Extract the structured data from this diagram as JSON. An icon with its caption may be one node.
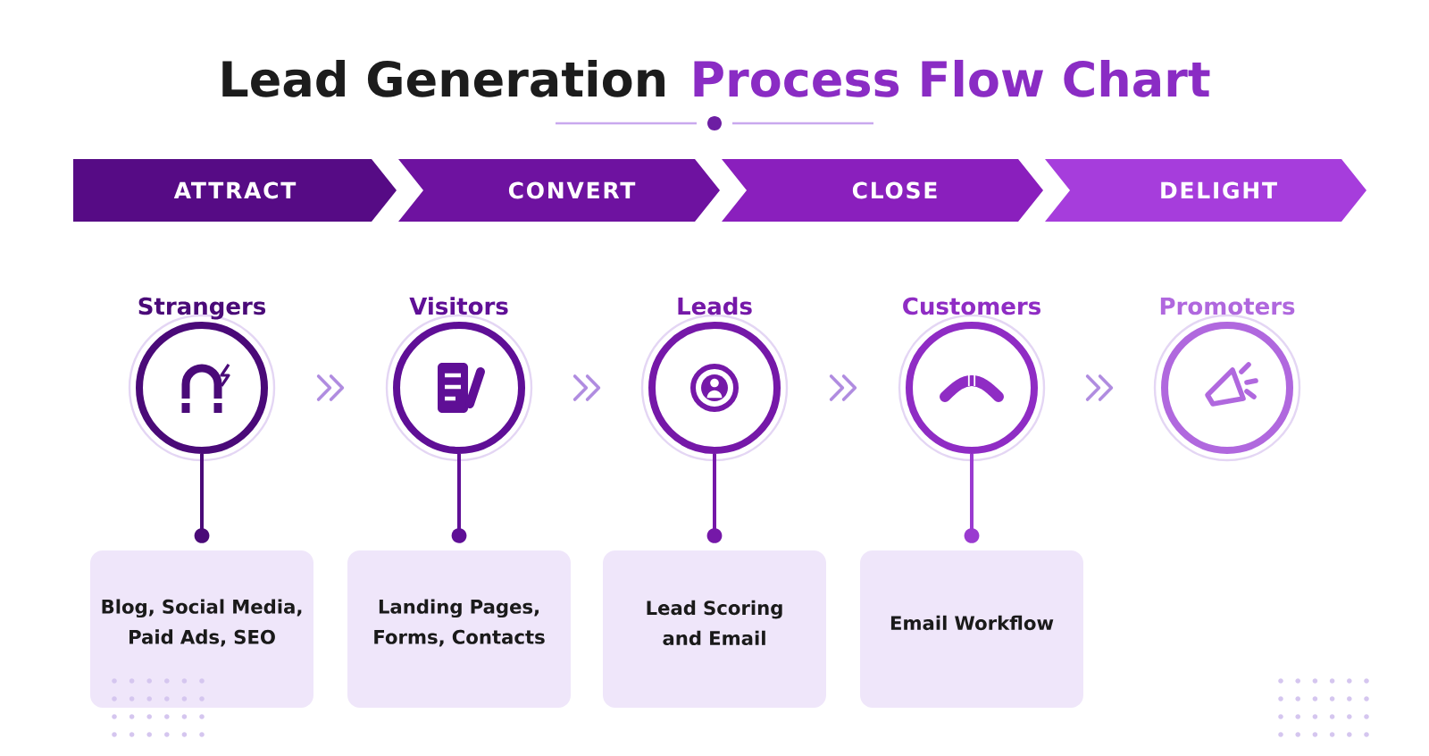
{
  "diagram": {
    "title": "Lead Generation Process Flow Chart",
    "nodes": [
      {
        "text": [
          "ATTRACT"
        ]
      },
      {
        "text": [
          "CONVERT"
        ]
      },
      {
        "text": [
          "CLOSE"
        ]
      },
      {
        "text": [
          "DELIGHT"
        ]
      },
      {
        "text": [
          "Strangers"
        ]
      },
      {
        "text": [
          "Visitors"
        ]
      },
      {
        "text": [
          "Leads"
        ]
      },
      {
        "text": [
          "Customers"
        ]
      },
      {
        "text": [
          "Promoters"
        ]
      },
      {
        "text": [
          "Blog, Social Media, Paid Ads, SEO"
        ]
      },
      {
        "text": [
          "Landing Pages, Forms, Contacts"
        ]
      },
      {
        "text": [
          "Lead Scoring and Email"
        ]
      },
      {
        "text": [
          "Email Workflow"
        ]
      }
    ],
    "edges": [
      {
        "from": 4,
        "to": 5,
        "arrow": "to"
      },
      {
        "from": 5,
        "to": 6,
        "arrow": "to"
      },
      {
        "from": 6,
        "to": 7,
        "arrow": "to"
      },
      {
        "from": 7,
        "to": 8,
        "arrow": "to"
      },
      {
        "from": 4,
        "to": 9,
        "arrow": "other",
        "color": "#4a0a78"
      },
      {
        "from": 5,
        "to": 10,
        "arrow": "other",
        "color": "#5f0f96"
      },
      {
        "from": 6,
        "to": 11,
        "arrow": "other",
        "color": "#7518a8"
      },
      {
        "from": 7,
        "to": 12,
        "arrow": "other",
        "color": "#9a3bd0"
      }
    ]
  }
}
